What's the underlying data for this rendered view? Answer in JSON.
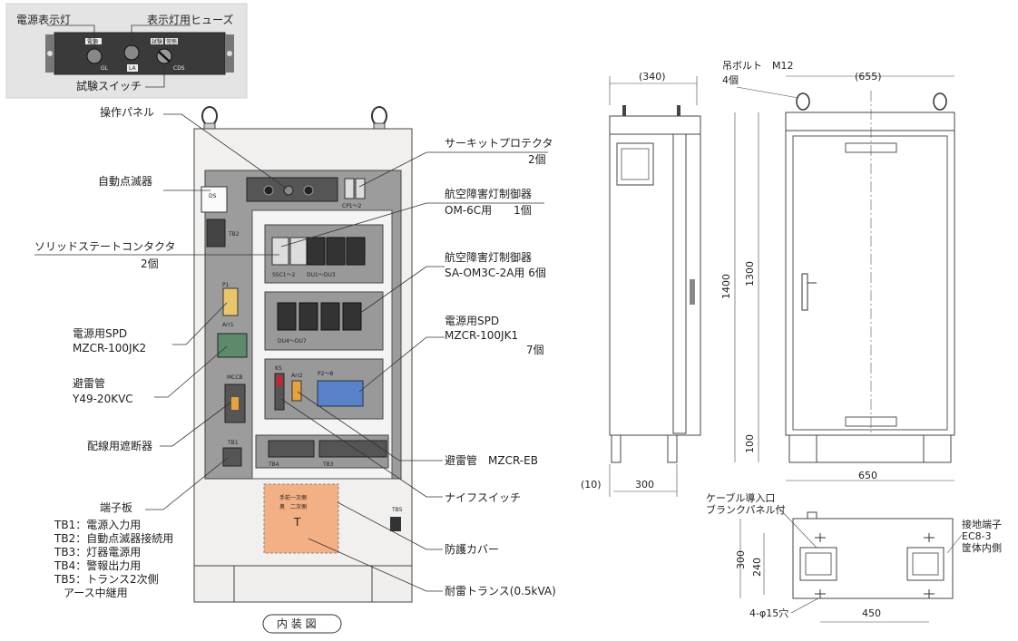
{
  "inset": {
    "title_lamp": "電源表示灯",
    "title_fuse": "表示灯用ヒューズ",
    "title_test": "試験スイッチ",
    "btn_power": "電源",
    "lbl_gl": "GL",
    "lbl_la": "LA",
    "btn_test": "試験",
    "btn_normal": "常態",
    "lbl_cds": "CDS"
  },
  "panel": {
    "ds": "DS",
    "tb2": "TB2",
    "p1": "P1",
    "arr1": "Arr1",
    "mccb": "MCCB",
    "tb1": "TB1",
    "cp": "CP1～2",
    "ssc": "SSC1～2",
    "du1": "DU1～DU3",
    "du4": "DU4～DU7",
    "ks": "KS",
    "arr2": "Arr2",
    "p2": "P2～8",
    "tb4": "TB4",
    "tb3": "TB3",
    "tb5": "TB5",
    "transformer_top": "手前一次側",
    "transformer_mid": "奥　二次側",
    "transformer_t": "T",
    "caption": "内 装 図"
  },
  "labels_left": {
    "op_panel": "操作パネル",
    "auto_blink": "自動点滅器",
    "ssr_1": "ソリッドステートコンタクタ",
    "ssr_2": "2個",
    "spd_1": "電源用SPD",
    "spd_2": "MZCR-100JK2",
    "arrester_1": "避雷管",
    "arrester_2": "Y49-20KVC",
    "breaker": "配線用遮断器",
    "terminal": "端子板",
    "tb_list": [
      "TB1：電源入力用",
      "TB2：自動点滅器接続用",
      "TB3：灯器電源用",
      "TB4：警報出力用",
      "TB5：トランス2次側",
      "アース中継用"
    ]
  },
  "labels_right": {
    "cp_1": "サーキットプロテクタ",
    "cp_2": "2個",
    "om_1": "航空障害灯制御器",
    "om_2": "OM-6C用　　1個",
    "sa_1": "航空障害灯制御器",
    "sa_2": "SA-OM3C-2A用 6個",
    "spd_1": "電源用SPD",
    "spd_2": "MZCR-100JK1",
    "spd_3": "7個",
    "arrester": "避雷管　MZCR-EB",
    "knife": "ナイフスイッチ",
    "cover": "防護カバー",
    "transformer": "耐雷トランス(0.5kVA)"
  },
  "dims": {
    "side_w_top": "(340)",
    "side_foot": "(10)",
    "side_w": "300",
    "bolt_1": "吊ボルト　M12",
    "bolt_2": "4個",
    "front_w_top": "(655)",
    "h_total": "1400",
    "h_body": "1300",
    "h_base": "100",
    "front_w": "650",
    "cable_1": "ケーブル導入口",
    "cable_2": "ブランクパネル付",
    "earth_1": "接地端子",
    "earth_2": "EC8-3",
    "earth_3": "筐体内側",
    "bottom_h": "300",
    "bottom_h2": "240",
    "bottom_hole": "4-φ15穴",
    "bottom_w": "450"
  }
}
